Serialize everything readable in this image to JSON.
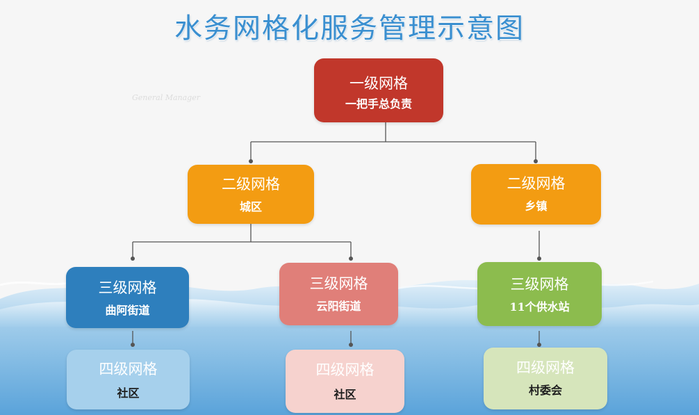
{
  "title": "水务网格化服务管理示意图",
  "watermark": "General Manager",
  "colors": {
    "title": "#3a8fd0",
    "level1": "#c1372b",
    "level2": "#f39c12",
    "level3_blue": "#2e7fbd",
    "level3_pink": "#e07f79",
    "level3_green": "#8cbc4e",
    "level4_blue": "#a6d0ec",
    "level4_pink": "#f6d2ce",
    "level4_green": "#d6e5bb",
    "connector": "#555555"
  },
  "nodes": {
    "l1": {
      "level": "一级网格",
      "sub": "一把手总负责"
    },
    "l2_city": {
      "level": "二级网格",
      "sub": "城区"
    },
    "l2_town": {
      "level": "二级网格",
      "sub": "乡镇"
    },
    "l3_a": {
      "level": "三级网格",
      "sub": "曲阿街道"
    },
    "l3_b": {
      "level": "三级网格",
      "sub": "云阳街道"
    },
    "l3_c": {
      "level": "三级网格",
      "sub": "11个供水站"
    },
    "l4_a": {
      "level": "四级网格",
      "sub": "社区"
    },
    "l4_b": {
      "level": "四级网格",
      "sub": "社区"
    },
    "l4_c": {
      "level": "四级网格",
      "sub": "村委会"
    }
  }
}
